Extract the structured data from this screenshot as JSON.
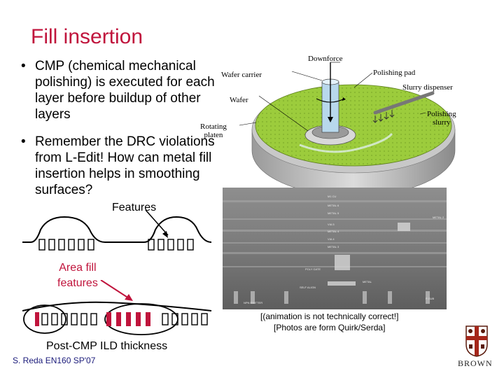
{
  "slide": {
    "title": "Fill insertion",
    "bullets": [
      "CMP (chemical mechanical polishing) is executed for each layer before buildup of other layers",
      "Remember the DRC violations from L-Edit! How can metal fill insertion helps in smoothing surfaces?"
    ],
    "bullet_marker": "•"
  },
  "cmp_diagram": {
    "labels": {
      "downforce": "Downforce",
      "wafer_carrier": "Wafer carrier",
      "polishing_pad": "Polishing pad",
      "slurry_dispenser": "Slurry dispenser",
      "wafer": "Wafer",
      "polishing_slurry": "Polishing\nslurry",
      "rotating_platen": "Rotating\nplaten"
    },
    "colors": {
      "pad": "#9ccc3c",
      "platen": "#b8b8b8"
    }
  },
  "sem_image": {
    "layer_labels": [
      "M1 CU",
      "METAL 6",
      "METAL 5",
      "VIA 5",
      "METAL 4",
      "VIA 4",
      "METAL 3",
      "METAL 2",
      "POLY GATE",
      "METAL",
      "NPN EMITTER",
      "SELF ALIGN",
      "P-SUB"
    ],
    "caption": "[(animation is not technically correct!]\n[Photos are form Quirk/Serda]"
  },
  "fill_diagram": {
    "features_label": "Features",
    "area_fill_label": "Area fill\nfeatures",
    "post_cmp_label": "Post-CMP ILD thickness",
    "accent_color": "#c0143c"
  },
  "footer": {
    "credit": "S. Reda EN160 SP'07",
    "logo_text": "BROWN"
  }
}
